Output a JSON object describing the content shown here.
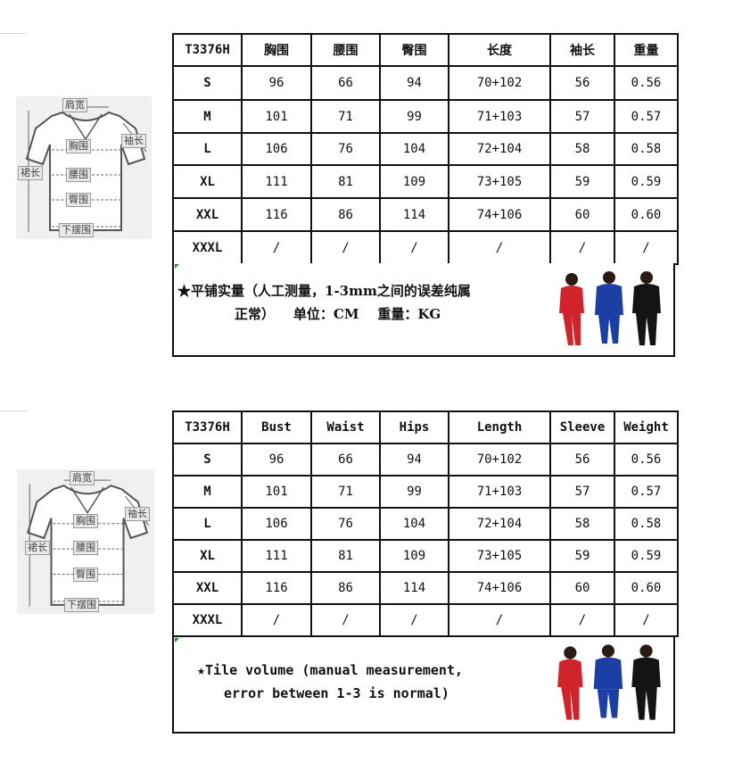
{
  "size_chart": {
    "code": "T3376H",
    "headers_cn": [
      "T3376H",
      "胸围",
      "腰围",
      "臀围",
      "长度",
      "袖长",
      "重量"
    ],
    "headers_en": [
      "T3376H",
      "Bust",
      "Waist",
      "Hips",
      "Length",
      "Sleeve",
      "Weight"
    ],
    "rows": [
      [
        "S",
        "96",
        "66",
        "94",
        "70+102",
        "56",
        "0.56"
      ],
      [
        "M",
        "101",
        "71",
        "99",
        "71+103",
        "57",
        "0.57"
      ],
      [
        "L",
        "106",
        "76",
        "104",
        "72+104",
        "58",
        "0.58"
      ],
      [
        "XL",
        "111",
        "81",
        "109",
        "73+105",
        "59",
        "0.59"
      ],
      [
        "XXL",
        "116",
        "86",
        "114",
        "74+106",
        "60",
        "0.60"
      ],
      [
        "XXXL",
        "/",
        "/",
        "/",
        "/",
        "/",
        "/"
      ]
    ]
  },
  "note_cn": {
    "line1": "★平铺实量（人工测量，1-3mm之间的误差纯属",
    "line2": "正常）    单位：CM    重量：KG"
  },
  "note_en": {
    "line1": "★Tile volume (manual measurement,",
    "line2": "error between 1-3 is normal)"
  },
  "diagram_labels": {
    "shoulder": "肩宽",
    "bust": "胸围",
    "sleeve": "袖长",
    "length": "裙长",
    "waist": "腰围",
    "hips": "臀围",
    "hem": "下摆围"
  },
  "colors": {
    "model_red": "#d0242a",
    "model_blue": "#1c3fa6",
    "model_black": "#141414",
    "marker_green": "#2a8a2a"
  }
}
